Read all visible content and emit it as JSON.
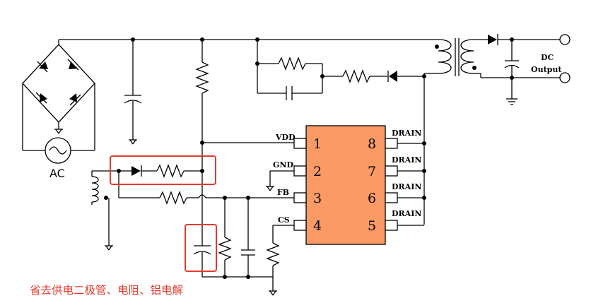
{
  "labels": {
    "ac": "AC",
    "dc_output_1": "DC",
    "dc_output_2": "Output",
    "vdd": "VDD",
    "gnd": "GND",
    "fb": "FB",
    "cs": "CS",
    "drain": "DRAIN"
  },
  "ic": {
    "color": "#fa9a64",
    "pins_left": [
      "1",
      "2",
      "3",
      "4"
    ],
    "pins_right": [
      "8",
      "7",
      "6",
      "5"
    ],
    "right_pin_label": "DRAIN"
  },
  "annotation": {
    "text": "省去供电二极管、电阻、铝电解",
    "color": "#e33b2e"
  }
}
